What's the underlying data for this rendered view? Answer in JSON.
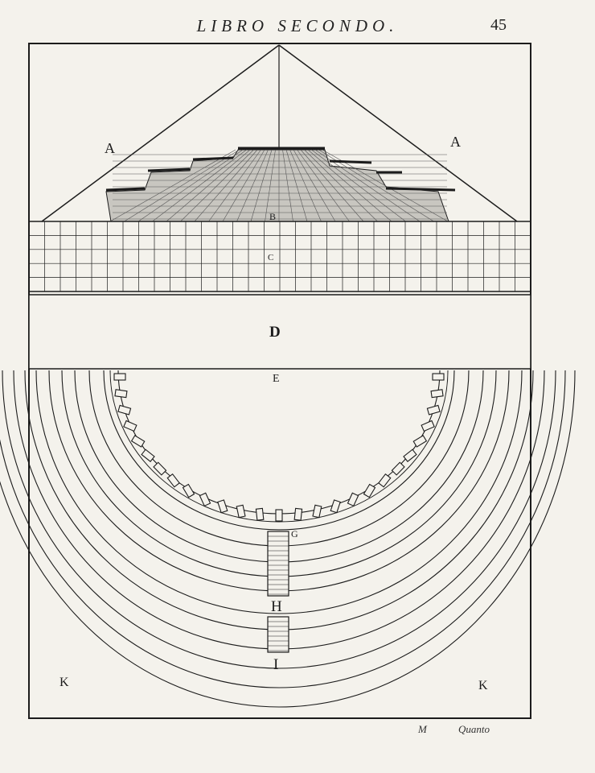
{
  "header": {
    "running_title": "LIBRO SECONDO.",
    "page_number": "45"
  },
  "plate": {
    "labels": {
      "a_left": "A",
      "a_right": "A",
      "b": "B",
      "c": "C",
      "d": "D",
      "e": "E",
      "g": "G",
      "h": "H",
      "i": "I",
      "k_left": "K",
      "k_right": "K"
    }
  },
  "footer": {
    "signature": "M",
    "catchword": "Quanto"
  }
}
